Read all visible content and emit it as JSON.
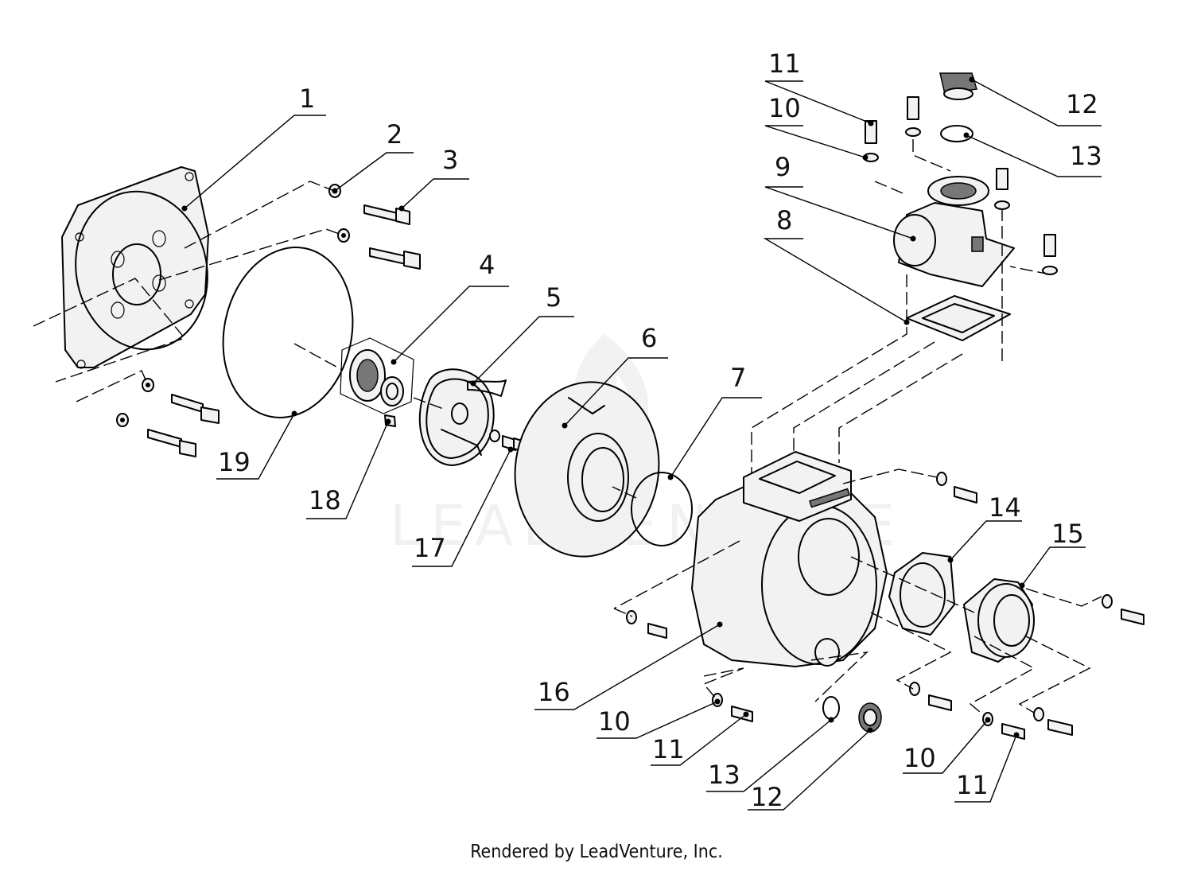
{
  "callouts": {
    "c1": "1",
    "c2": "2",
    "c3": "3",
    "c4": "4",
    "c5": "5",
    "c6": "6",
    "c7": "7",
    "c8": "8",
    "c9": "9",
    "c10a": "10",
    "c11a": "11",
    "c12a": "12",
    "c13a": "13",
    "c14": "14",
    "c15": "15",
    "c16": "16",
    "c10b": "10",
    "c11b": "11",
    "c13b": "13",
    "c12b": "12",
    "c10c": "10",
    "c11c": "11",
    "c17": "17",
    "c18": "18",
    "c19": "19"
  },
  "watermark": "LEADVENTURE",
  "footer": "Rendered by LeadVenture, Inc."
}
